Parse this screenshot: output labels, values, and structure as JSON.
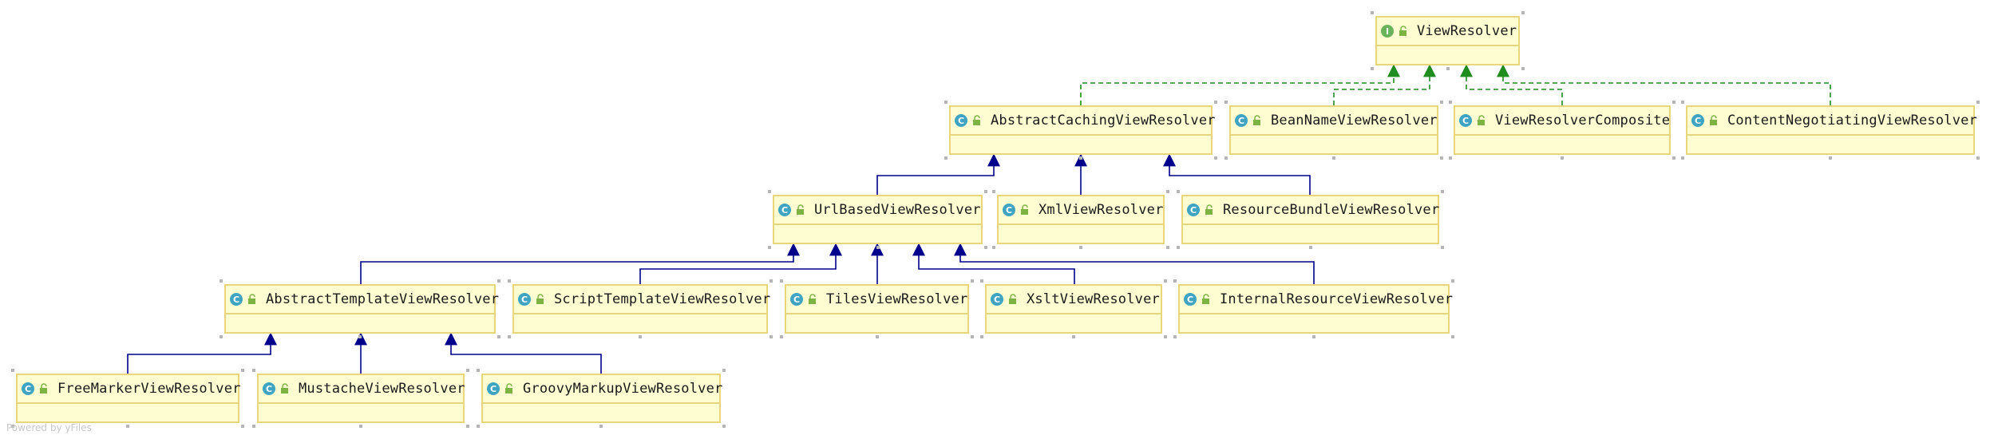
{
  "diagram": {
    "nodes": [
      {
        "id": "ViewResolver",
        "label": "ViewResolver",
        "kind": "interface",
        "icon": "interface-icon"
      },
      {
        "id": "AbstractCachingViewResolver",
        "label": "AbstractCachingViewResolver",
        "kind": "class",
        "icon": "class-icon"
      },
      {
        "id": "BeanNameViewResolver",
        "label": "BeanNameViewResolver",
        "kind": "class",
        "icon": "class-icon"
      },
      {
        "id": "ViewResolverComposite",
        "label": "ViewResolverComposite",
        "kind": "class",
        "icon": "class-icon"
      },
      {
        "id": "ContentNegotiatingViewResolver",
        "label": "ContentNegotiatingViewResolver",
        "kind": "class",
        "icon": "class-icon"
      },
      {
        "id": "UrlBasedViewResolver",
        "label": "UrlBasedViewResolver",
        "kind": "class",
        "icon": "class-icon"
      },
      {
        "id": "XmlViewResolver",
        "label": "XmlViewResolver",
        "kind": "class",
        "icon": "class-icon"
      },
      {
        "id": "ResourceBundleViewResolver",
        "label": "ResourceBundleViewResolver",
        "kind": "class",
        "icon": "class-icon"
      },
      {
        "id": "AbstractTemplateViewResolver",
        "label": "AbstractTemplateViewResolver",
        "kind": "class",
        "icon": "class-icon"
      },
      {
        "id": "ScriptTemplateViewResolver",
        "label": "ScriptTemplateViewResolver",
        "kind": "class",
        "icon": "class-icon"
      },
      {
        "id": "TilesViewResolver",
        "label": "TilesViewResolver",
        "kind": "class",
        "icon": "class-icon"
      },
      {
        "id": "XsltViewResolver",
        "label": "XsltViewResolver",
        "kind": "class",
        "icon": "class-icon"
      },
      {
        "id": "InternalResourceViewResolver",
        "label": "InternalResourceViewResolver",
        "kind": "class",
        "icon": "class-icon"
      },
      {
        "id": "FreeMarkerViewResolver",
        "label": "FreeMarkerViewResolver",
        "kind": "class",
        "icon": "class-icon"
      },
      {
        "id": "MustacheViewResolver",
        "label": "MustacheViewResolver",
        "kind": "class",
        "icon": "class-icon"
      },
      {
        "id": "GroovyMarkupViewResolver",
        "label": "GroovyMarkupViewResolver",
        "kind": "class",
        "icon": "class-icon"
      }
    ],
    "edges": [
      {
        "from": "AbstractCachingViewResolver",
        "to": "ViewResolver",
        "type": "implements"
      },
      {
        "from": "BeanNameViewResolver",
        "to": "ViewResolver",
        "type": "implements"
      },
      {
        "from": "ViewResolverComposite",
        "to": "ViewResolver",
        "type": "implements"
      },
      {
        "from": "ContentNegotiatingViewResolver",
        "to": "ViewResolver",
        "type": "implements"
      },
      {
        "from": "UrlBasedViewResolver",
        "to": "AbstractCachingViewResolver",
        "type": "extends"
      },
      {
        "from": "XmlViewResolver",
        "to": "AbstractCachingViewResolver",
        "type": "extends"
      },
      {
        "from": "ResourceBundleViewResolver",
        "to": "AbstractCachingViewResolver",
        "type": "extends"
      },
      {
        "from": "AbstractTemplateViewResolver",
        "to": "UrlBasedViewResolver",
        "type": "extends"
      },
      {
        "from": "ScriptTemplateViewResolver",
        "to": "UrlBasedViewResolver",
        "type": "extends"
      },
      {
        "from": "TilesViewResolver",
        "to": "UrlBasedViewResolver",
        "type": "extends"
      },
      {
        "from": "XsltViewResolver",
        "to": "UrlBasedViewResolver",
        "type": "extends"
      },
      {
        "from": "InternalResourceViewResolver",
        "to": "UrlBasedViewResolver",
        "type": "extends"
      },
      {
        "from": "FreeMarkerViewResolver",
        "to": "AbstractTemplateViewResolver",
        "type": "extends"
      },
      {
        "from": "MustacheViewResolver",
        "to": "AbstractTemplateViewResolver",
        "type": "extends"
      },
      {
        "from": "GroovyMarkupViewResolver",
        "to": "AbstractTemplateViewResolver",
        "type": "extends"
      }
    ],
    "colors": {
      "implements_edge": "#1e8c1e",
      "extends_edge": "#00008b",
      "node_fill": "#fefdd2",
      "node_border": "#e9d67a",
      "class_badge": "#3fa4c2",
      "interface_badge": "#69b35b"
    }
  },
  "watermark": "Powered by yFiles"
}
